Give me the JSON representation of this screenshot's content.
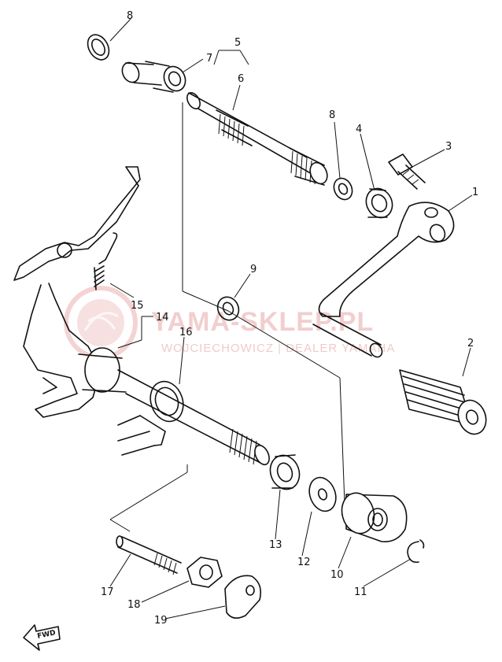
{
  "watermark": {
    "title": "YAMA-SKLEP.PL",
    "subtitle": "WOJCIECHOWICZ | DEALER YAMAHA",
    "color": "#e9a7a7"
  },
  "direction_marker": "FWD",
  "callouts": [
    {
      "id": "c1",
      "label": "1"
    },
    {
      "id": "c2",
      "label": "2"
    },
    {
      "id": "c3",
      "label": "3"
    },
    {
      "id": "c4",
      "label": "4"
    },
    {
      "id": "c5",
      "label": "5"
    },
    {
      "id": "c6",
      "label": "6"
    },
    {
      "id": "c7",
      "label": "7"
    },
    {
      "id": "c8a",
      "label": "8"
    },
    {
      "id": "c8b",
      "label": "8"
    },
    {
      "id": "c9",
      "label": "9"
    },
    {
      "id": "c10",
      "label": "10"
    },
    {
      "id": "c11",
      "label": "11"
    },
    {
      "id": "c12",
      "label": "12"
    },
    {
      "id": "c13",
      "label": "13"
    },
    {
      "id": "c14",
      "label": "14"
    },
    {
      "id": "c15",
      "label": "15"
    },
    {
      "id": "c16",
      "label": "16"
    },
    {
      "id": "c17",
      "label": "17"
    },
    {
      "id": "c18",
      "label": "18"
    },
    {
      "id": "c19",
      "label": "19"
    }
  ]
}
